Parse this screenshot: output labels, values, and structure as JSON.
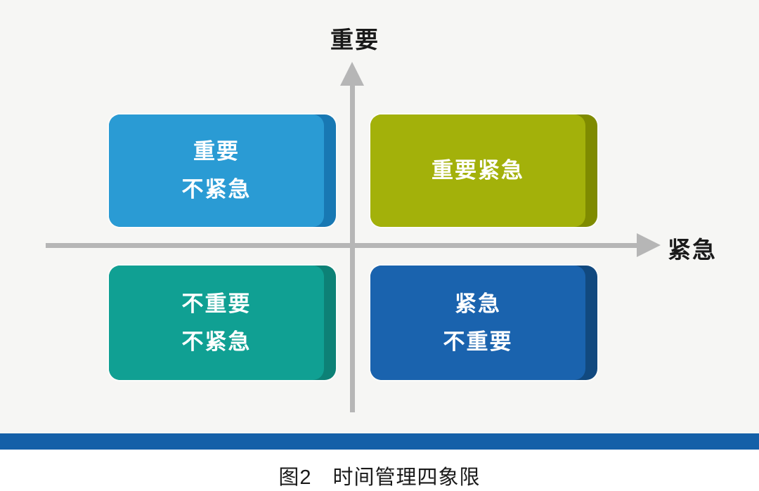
{
  "figure": {
    "caption": "图2　时间管理四象限"
  },
  "diagram": {
    "axes": {
      "y_label": "重要",
      "x_label": "紧急",
      "axis_color": "#B6B6B6"
    },
    "quadrants": {
      "top_left": {
        "line1": "重要",
        "line2": "不紧急",
        "fill": "#2A9BD4",
        "edge": "#1878B3"
      },
      "top_right": {
        "line1": "重要紧急",
        "line2": "",
        "fill": "#A3B10A",
        "edge": "#7F8B00"
      },
      "bottom_left": {
        "line1": "不重要",
        "line2": "不紧急",
        "fill": "#10A093",
        "edge": "#0D8176"
      },
      "bottom_right": {
        "line1": "紧急",
        "line2": "不重要",
        "fill": "#1A63AE",
        "edge": "#11497F"
      }
    },
    "colors": {
      "canvas_background": "#F6F6F4",
      "bottom_bar": "#1560A8",
      "box_text": "#FFFFFF",
      "label_text": "#1A1A1A",
      "footer_background": "#FFFFFF"
    }
  }
}
